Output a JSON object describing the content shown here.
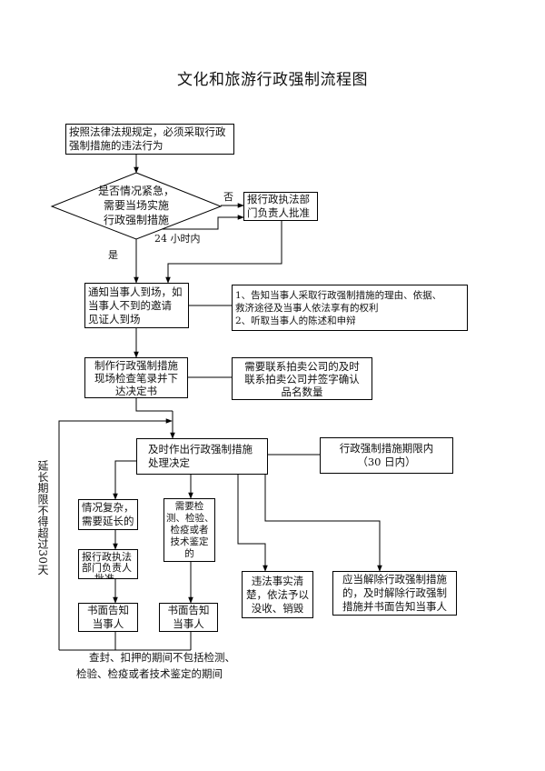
{
  "title": "文化和旅游行政强制流程图",
  "nodes": {
    "start": {
      "lines": [
        "按照法律法规规定，必须采取行政",
        "强制措施的违法行为"
      ]
    },
    "decision": {
      "lines": [
        "是否情况紧急，",
        "需要当场实施",
        "行政强制措施"
      ]
    },
    "approval": {
      "lines": [
        "报行政执法部",
        "门负责人批准"
      ]
    },
    "notify": {
      "lines": [
        "通知当事人到场，如",
        "当事人不到的邀请",
        "见证人到场"
      ]
    },
    "inform": {
      "lines": [
        "1、告知当事人采取行政强制措施的理由、依据、",
        "救济途径及当事人依法享有的权利",
        "2、听取当事人的陈述和申辩"
      ]
    },
    "record": {
      "lines": [
        "制作行政强制措施",
        "现场检查笔录并下",
        "达决定书"
      ]
    },
    "auction": {
      "lines": [
        "需要联系拍卖公司的及时",
        "联系拍卖公司并签字确认",
        "品名数量"
      ]
    },
    "decide": {
      "lines": [
        "及时作出行政强制措施",
        "处理决定"
      ]
    },
    "time_limit": {
      "lines": [
        "行政强制措施期限内",
        "（30 日内）"
      ]
    },
    "extend": {
      "lines": [
        "情况复杂，",
        "需要延长的"
      ]
    },
    "testing": {
      "lines": [
        "需要检",
        "测、检验、",
        "检疫或者",
        "技术鉴定",
        "的"
      ]
    },
    "extend_approval": {
      "lines": [
        "报行政执法",
        "部门负责人",
        "批准"
      ]
    },
    "notify_a": {
      "lines": [
        "书面告知",
        "当事人"
      ]
    },
    "notify_b": {
      "lines": [
        "书面告知",
        "当事人"
      ]
    },
    "confiscate": {
      "lines": [
        "违法事实清",
        "楚，依法予以",
        "没收、销毁"
      ]
    },
    "release": {
      "lines": [
        "应当解除行政强制措施",
        "的，及时解除行政强制",
        "措施并书面告知当事人"
      ]
    }
  },
  "labels": {
    "no": "否",
    "yes": "是",
    "within_24h": "24 小时内",
    "extension_limit": "延长期限不得超过30天",
    "note": [
      "查封、扣押的期间不包括检测、",
      "检验、检疫或者技术鉴定的期间"
    ]
  },
  "colors": {
    "line": "#000000",
    "background": "#ffffff",
    "text": "#111111"
  }
}
